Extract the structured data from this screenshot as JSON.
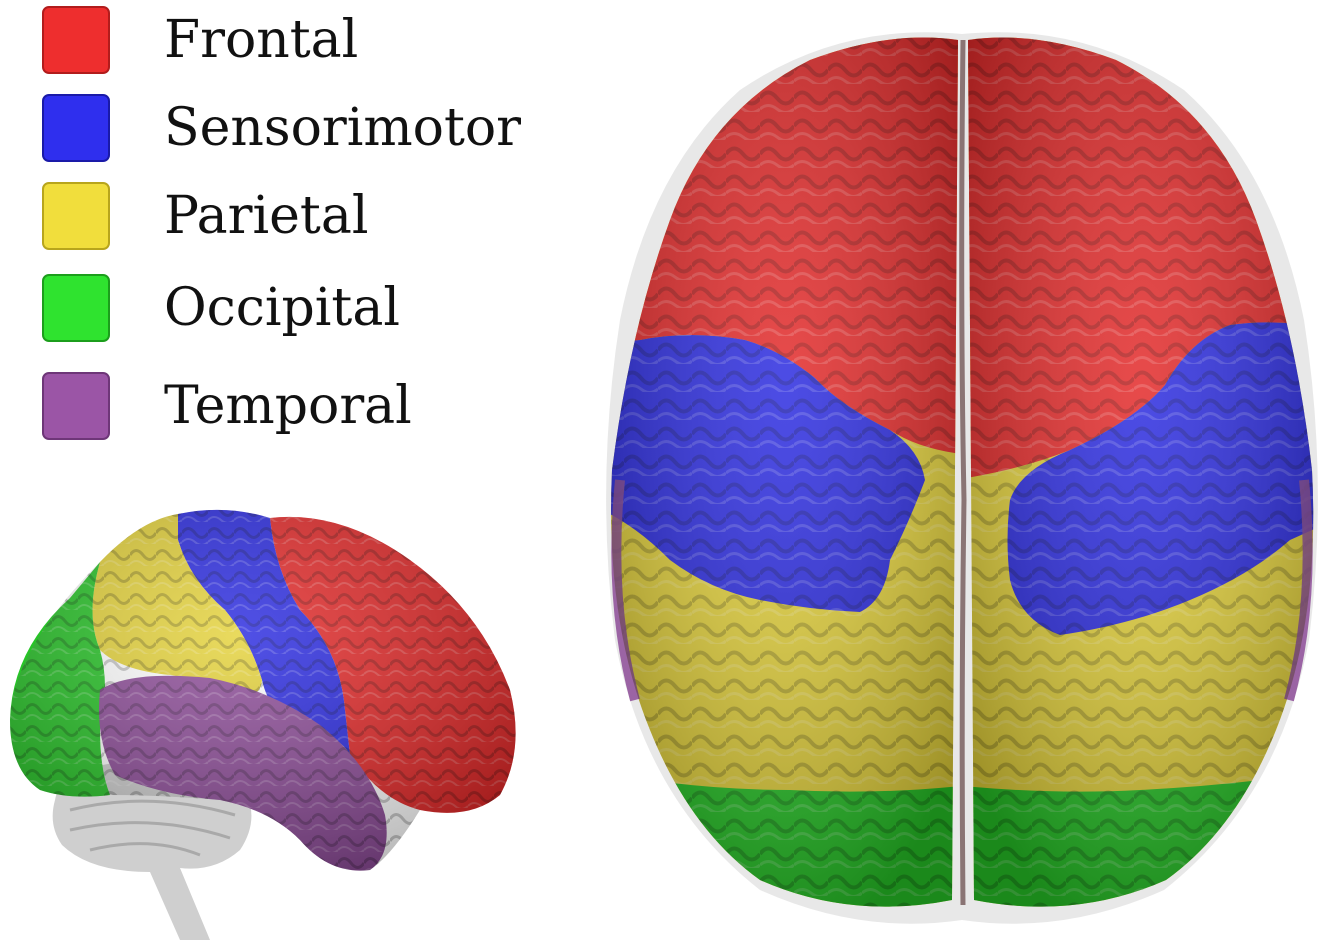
{
  "legend": [
    {
      "label": "Frontal",
      "color": "#ee2e2e",
      "border": "#b21c1c"
    },
    {
      "label": "Sensorimotor",
      "color": "#2f2fee",
      "border": "#1a1aa8"
    },
    {
      "label": "Parietal",
      "color": "#f1de3c",
      "border": "#b8a51c"
    },
    {
      "label": "Occipital",
      "color": "#2fe32f",
      "border": "#1c9e1c"
    },
    {
      "label": "Temporal",
      "color": "#9b55a6",
      "border": "#6e3678"
    }
  ],
  "colors": {
    "frontal": "#e32828",
    "sensorimotor": "#2a2ae0",
    "parietal": "#e4d23a",
    "occipital": "#27c427",
    "temporal": "#8d4c98",
    "cerebellum": "#cfcfcf"
  },
  "views": [
    "lateral",
    "superior"
  ]
}
